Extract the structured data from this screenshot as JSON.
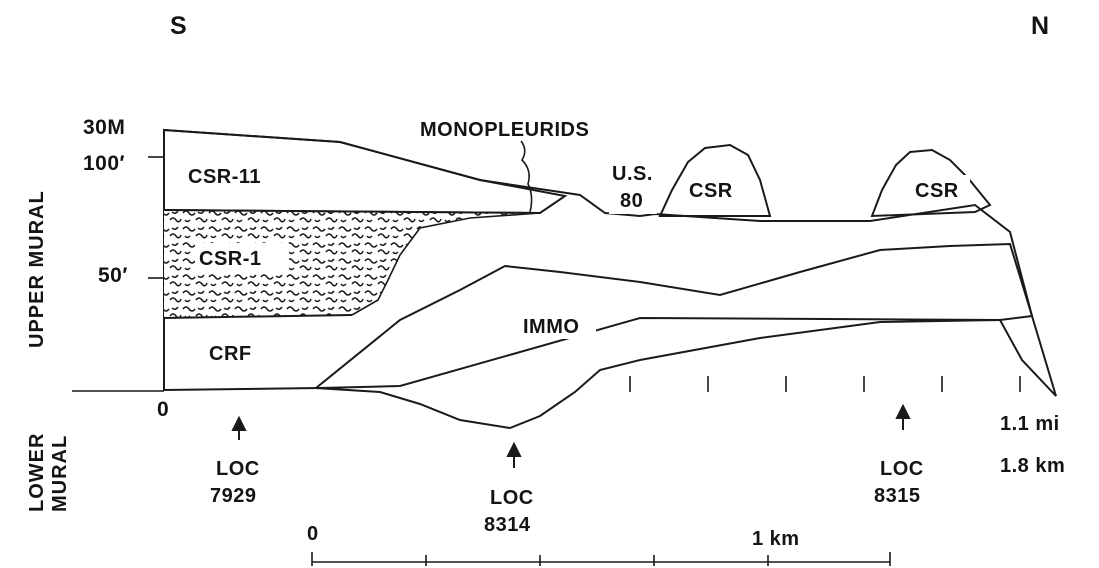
{
  "direction": {
    "south": "S",
    "north": "N"
  },
  "vertical_scale": {
    "top": "30M",
    "upper": "100′",
    "middle": "50′",
    "base": "0"
  },
  "side_labels": {
    "upper": "UPPER MURAL",
    "lower_line1": "LOWER",
    "lower_line2": "MURAL"
  },
  "units": {
    "csr11": "CSR-11",
    "csr1": "CSR-1",
    "crf": "CRF",
    "immo": "IMMO",
    "csr_a": "CSR",
    "csr_b": "CSR"
  },
  "annotations": {
    "monopleurids": "MONOPLEURIDS",
    "highway_line1": "U.S.",
    "highway_line2": "80"
  },
  "localities": [
    {
      "line1": "LOC",
      "line2": "7929"
    },
    {
      "line1": "LOC",
      "line2": "8314"
    },
    {
      "line1": "LOC",
      "line2": "8315"
    }
  ],
  "distance": {
    "miles": "1.1 mi",
    "km": "1.8 km"
  },
  "scale_bar": {
    "start": "0",
    "end": "1 km"
  }
}
